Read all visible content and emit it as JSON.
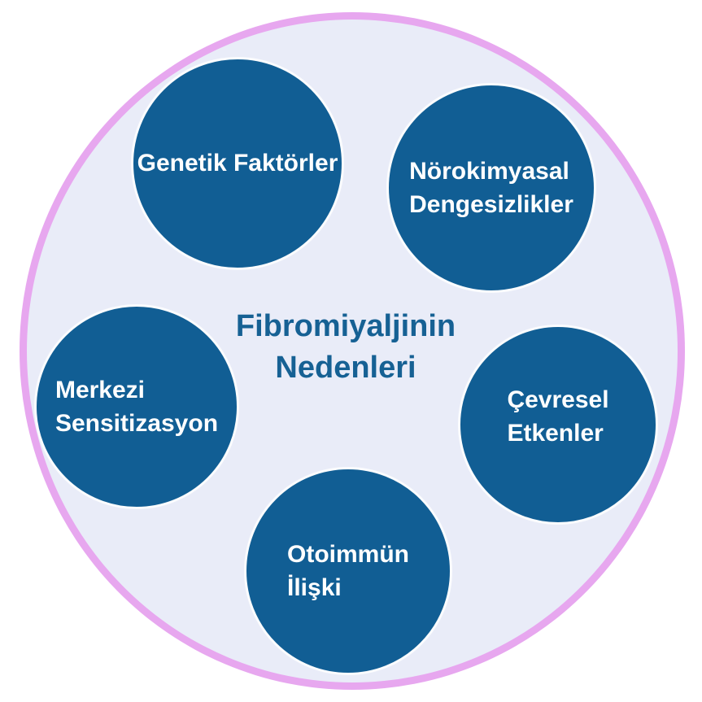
{
  "diagram": {
    "title_lines": [
      "Fibromiyaljinin",
      "Nedenleri"
    ],
    "nodes": [
      {
        "name": "genetik-faktorler",
        "lines": [
          "Genetik Faktörler",
          ""
        ]
      },
      {
        "name": "norokimyasal-dengesizlikler",
        "lines": [
          "Nörokimyasal",
          "Dengesizlikler"
        ]
      },
      {
        "name": "merkezi-sensitizasyon",
        "lines": [
          "Merkezi",
          "Sensitizasyon"
        ]
      },
      {
        "name": "cevresel-etkenler",
        "lines": [
          "Çevresel",
          "Etkenler"
        ]
      },
      {
        "name": "otoimmun-iliski",
        "lines": [
          "Otoimmün",
          "İlişki"
        ]
      }
    ]
  },
  "colors": {
    "page_background": "#ffffff",
    "outer_ring": "#e7a7ef",
    "outer_fill": "#e9ecf8",
    "node_fill": "#115e94",
    "node_stroke": "#fbfcfe",
    "node_text": "#ffffff",
    "title_text": "#166194"
  }
}
